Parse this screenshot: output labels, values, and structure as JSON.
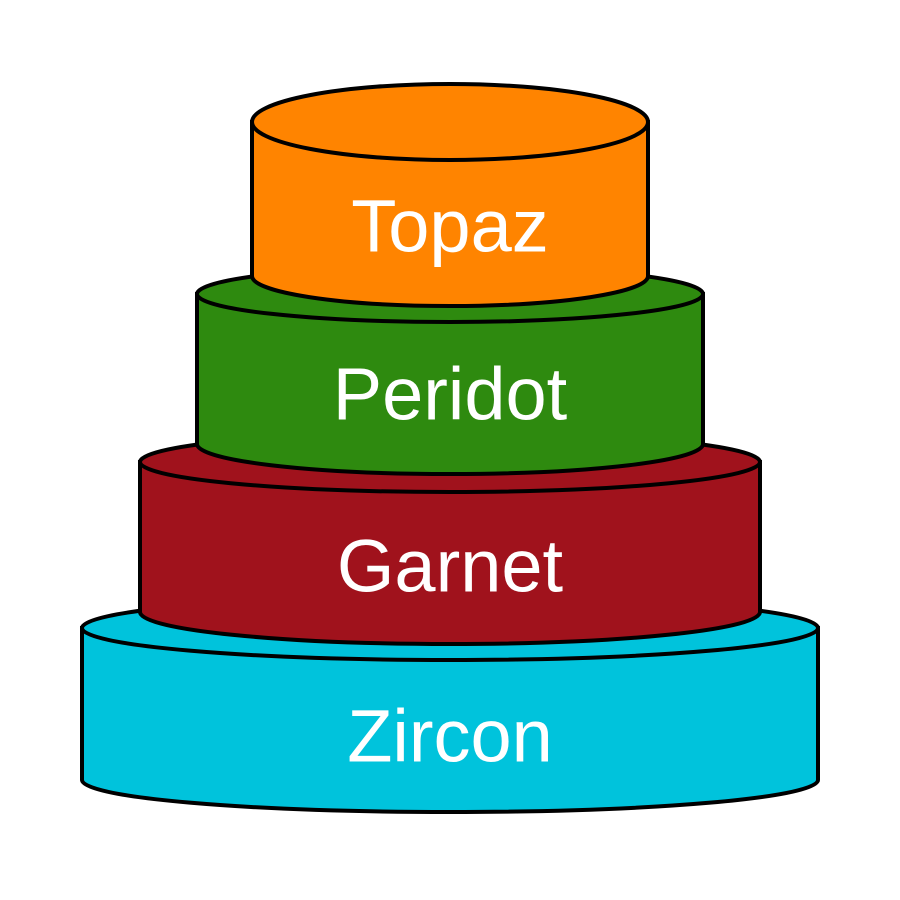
{
  "diagram": {
    "type": "stacked-tiers",
    "outline_color": "#000000",
    "label_color": "#ffffff",
    "tiers_bottom_to_top": [
      {
        "label": "Zircon",
        "color": "#00c3dc"
      },
      {
        "label": "Garnet",
        "color": "#a0121c"
      },
      {
        "label": "Peridot",
        "color": "#2e8a0f"
      },
      {
        "label": "Topaz",
        "color": "#ff8400"
      }
    ]
  }
}
